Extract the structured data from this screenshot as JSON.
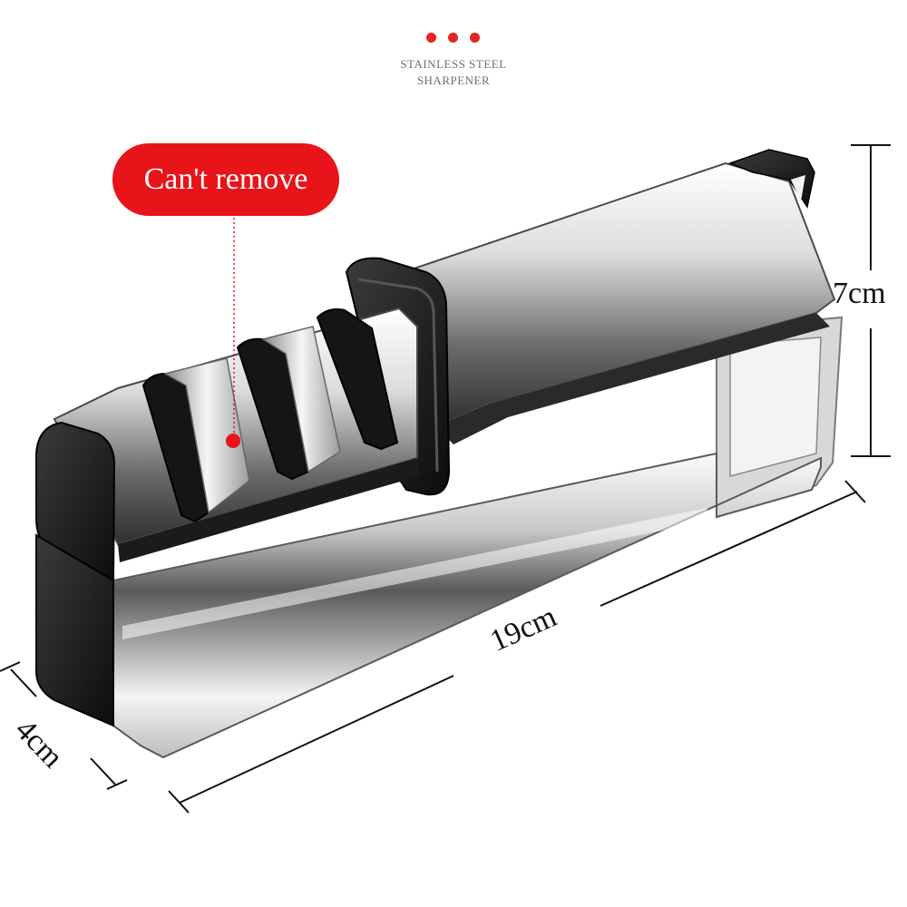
{
  "header": {
    "dots": [
      "red-dot",
      "red-dot",
      "red-dot"
    ],
    "title_line1": "STAINLESS STEEL",
    "title_line2": "SHARPENER"
  },
  "callout": {
    "label": "Can't remove",
    "color": "#e8141a"
  },
  "dimensions": {
    "height": "7cm",
    "length": "19cm",
    "depth": "4cm"
  },
  "colors": {
    "accent_red": "#e52520",
    "body_black": "#151515",
    "steel_light": "#f2f2f2",
    "steel_dark": "#4a4a4a"
  }
}
